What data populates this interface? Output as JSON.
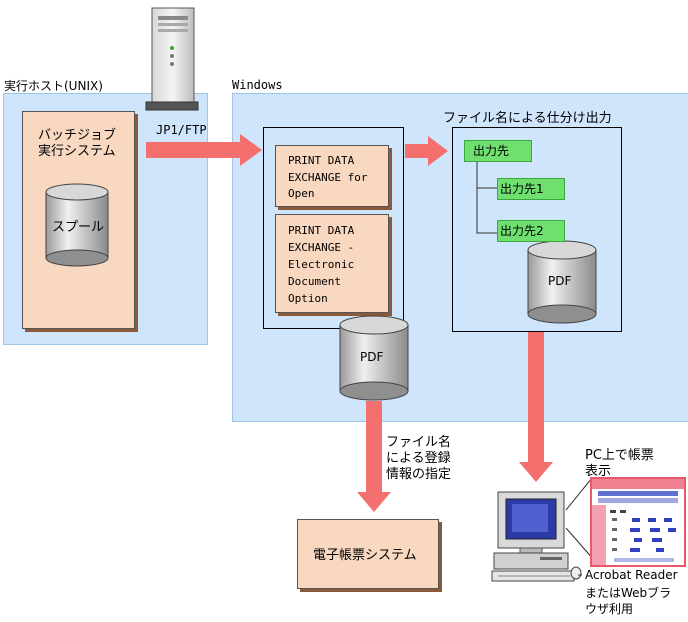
{
  "regions": {
    "unix": {
      "label": "実行ホスト(UNIX)"
    },
    "windows": {
      "label": "Windows"
    }
  },
  "batch": {
    "label_line1": "バッチジョブ",
    "label_line2": "実行システム",
    "spool": "スプール"
  },
  "transfer": {
    "label": "JP1/FTP"
  },
  "pde_open": {
    "line1": "PRINT DATA",
    "line2": "EXCHANGE for",
    "line3": "Open"
  },
  "pde_edo": {
    "line1": "PRINT DATA",
    "line2": "EXCHANGE -",
    "line3": "Electronic",
    "line4": "Document",
    "line5": "Option"
  },
  "sort_output": {
    "title": "ファイル名による仕分け出力",
    "dest": "出力先",
    "dest1": "出力先1",
    "dest2": "出力先2",
    "pdf": "PDF"
  },
  "center_pdf": "PDF",
  "registration": {
    "line1": "ファイル名",
    "line2": "による登録",
    "line3": "情報の指定"
  },
  "edoc_system": "電子帳票システム",
  "pc_view": {
    "line1": "PC上で帳票",
    "line2": "表示"
  },
  "viewer": {
    "line1": "Acrobat Reader",
    "line2": "またはWebブラ",
    "line3": "ウザ利用"
  },
  "colors": {
    "region": "#cfe5fb",
    "box": "#f8d8c0",
    "green": "#6fe06f",
    "arrow": "#f4706f"
  }
}
